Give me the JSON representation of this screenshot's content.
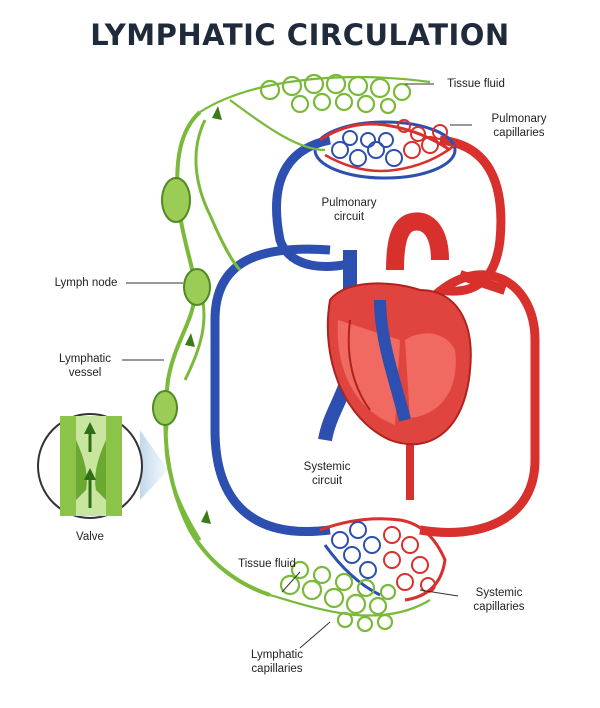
{
  "title": "LYMPHATIC CIRCULATION",
  "labels": {
    "tissue_fluid_top": "Tissue fluid",
    "pulmonary_capillaries": "Pulmonary\ncapillaries",
    "pulmonary_circuit": "Pulmonary\ncircuit",
    "lymph_node": "Lymph node",
    "lymphatic_vessel": "Lymphatic\nvessel",
    "valve": "Valve",
    "systemic_circuit": "Systemic\ncircuit",
    "tissue_fluid_bottom": "Tissue fluid",
    "systemic_capillaries": "Systemic\ncapillaries",
    "lymphatic_capillaries": "Lymphatic\ncapillaries"
  },
  "colors": {
    "oxygenated": "#d8302c",
    "deoxygenated": "#2c4fb0",
    "lymph": "#7ab93a",
    "lymph_dark": "#4f8a22",
    "title": "#1f2a3a"
  }
}
